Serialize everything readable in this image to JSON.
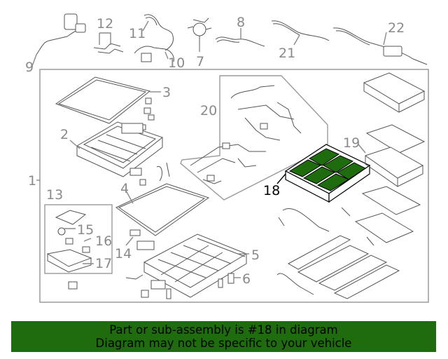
{
  "diagram": {
    "callouts": {
      "c1": "1",
      "c2": "2",
      "c3": "3",
      "c4": "4",
      "c5": "5",
      "c6": "6",
      "c7": "7",
      "c8": "8",
      "c9": "9",
      "c10": "10",
      "c11": "11",
      "c12": "12",
      "c13": "13",
      "c14": "14",
      "c15": "15",
      "c16": "16",
      "c17": "17",
      "c18": "18",
      "c19": "19",
      "c20": "20",
      "c21": "21",
      "c22": "22"
    },
    "highlight_color": "#1f6c0e",
    "highlighted_part": "18"
  },
  "banner": {
    "line1": "Part or sub-assembly is #18 in diagram",
    "line2": "Diagram may not be specific to your vehicle",
    "background": "#1f6c0e"
  }
}
